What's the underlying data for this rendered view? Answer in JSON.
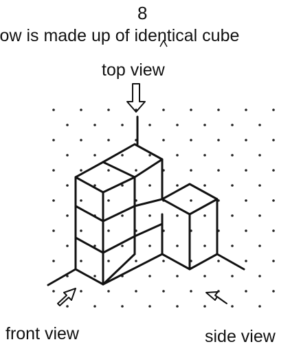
{
  "page_number": "8",
  "caption": "low is made up of identical cube",
  "labels": {
    "top_view": "top view",
    "front_view": "front view",
    "side_view": "side view"
  },
  "colors": {
    "ink": "#111111",
    "paper": "#ffffff"
  },
  "icons": [
    "down-arrow-icon",
    "up-right-arrow-icon",
    "up-left-arrow-icon"
  ]
}
